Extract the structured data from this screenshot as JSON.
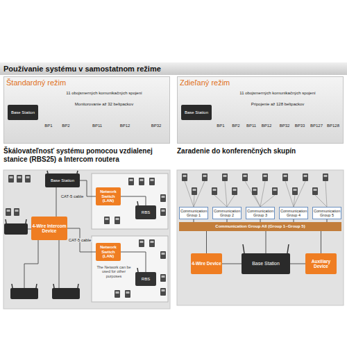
{
  "diagram": {
    "title": "Používanie systému v samostatnom režime",
    "nodes": [
      {
        "text": [
          "Štandardný režim"
        ]
      },
      {
        "text": [
          "Base Station"
        ],
        "in": 0
      },
      {
        "text": [
          "Zdieľaný režim"
        ]
      },
      {
        "text": [
          "Base Station"
        ],
        "in": 2
      },
      {
        "text": [
          "Škálovateľnosť systému pomocou vzdialenej stanice (RBS25) a Intercom routera"
        ]
      },
      {
        "text": [
          "Base Station"
        ],
        "in": 4
      },
      {
        "text": [
          "4-Wire Intercom Device"
        ],
        "in": 4
      },
      {
        "text": [
          "Network Switch (LAN)"
        ],
        "in": 4
      },
      {
        "text": [
          "RBS"
        ],
        "in": 4
      },
      {
        "text": [
          "Network Switch (LAN)"
        ],
        "in": 4
      },
      {
        "text": [
          "RBS"
        ],
        "in": 4
      },
      {
        "text": [
          "Zaradenie do konferenčných skupín"
        ]
      },
      {
        "text": [
          "Communication Group 1"
        ],
        "in": 11
      },
      {
        "text": [
          "Communication Group 2"
        ],
        "in": 11
      },
      {
        "text": [
          "Communication Group 3"
        ],
        "in": 11
      },
      {
        "text": [
          "Communication Group 4"
        ],
        "in": 11
      },
      {
        "text": [
          "Communication Group 5"
        ],
        "in": 11
      },
      {
        "text": [
          "Communication Group All (Group 1~Group 5)"
        ],
        "in": 11
      },
      {
        "text": [
          "4-Wire Device"
        ],
        "in": 11
      },
      {
        "text": [
          "Base Station"
        ],
        "in": 11
      },
      {
        "text": [
          "Auxiliary Device"
        ],
        "in": 11
      }
    ],
    "edges": [
      {
        "from": 5,
        "to": 6,
        "arrow": "none"
      },
      {
        "from": 5,
        "to": 7,
        "label": "CAT-5 cable",
        "arrow": "none"
      },
      {
        "from": 7,
        "to": 8,
        "arrow": "none"
      },
      {
        "from": 6,
        "to": 9,
        "label": "CAT-5 cable",
        "arrow": "none"
      },
      {
        "from": 9,
        "to": 10,
        "arrow": "none"
      },
      {
        "from": 18,
        "to": 17,
        "arrow": "none"
      },
      {
        "from": 19,
        "to": 17,
        "arrow": "none"
      },
      {
        "from": 20,
        "to": 17,
        "arrow": "none"
      },
      {
        "from": 18,
        "to": 19,
        "arrow": "none"
      },
      {
        "from": 20,
        "to": 19,
        "arrow": "none"
      }
    ],
    "labels": [
      "11 obojsmerných komunikačných spojení",
      "Monitorovanie až 32 beltpackov",
      "BP1",
      "BP2",
      "BP11",
      "BP12",
      "BP32",
      "11 obojsmerných komunikačných spojení",
      "Pripojenie až 128 beltpackov",
      "BP1",
      "BP2",
      "BP11",
      "BP12",
      "BP32",
      "BP33",
      "BP127",
      "BP128",
      "The Network can be used for other purposes"
    ]
  }
}
